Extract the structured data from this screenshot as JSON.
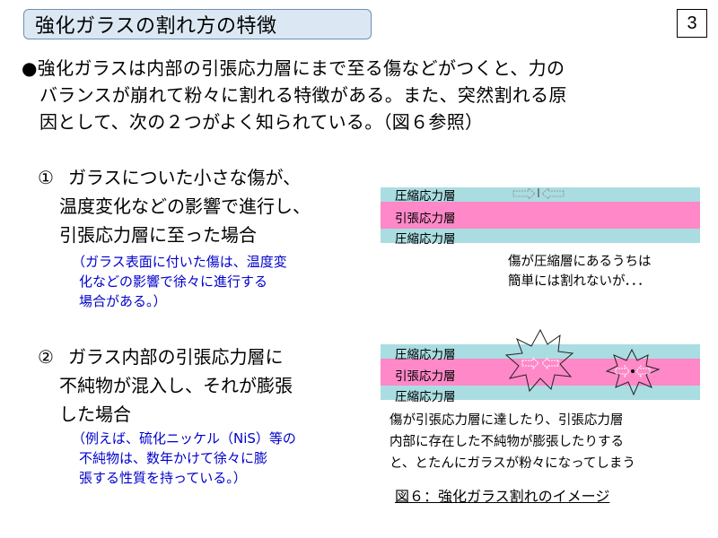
{
  "title": "強化ガラスの割れ方の特徴",
  "page_number": "3",
  "intro": {
    "bullet": "●",
    "lines": [
      "強化ガラスは内部の引張応力層にまで至る傷などがつくと、力の",
      "バランスが崩れて粉々に割れる特徴がある。また、突然割れる原",
      "因として、次の２つがよく知られている。（図６参照）"
    ]
  },
  "case1": {
    "marker": "①",
    "lines": [
      "ガラスについた小さな傷が、",
      "温度変化などの影響で進行し、",
      "引張応力層に至った場合"
    ],
    "note_lines": [
      "（ガラス表面に付いた傷は、温度変",
      "化などの影響で徐々に進行する",
      "場合がある。）"
    ]
  },
  "case2": {
    "marker": "②",
    "lines": [
      "ガラス内部の引張応力層に",
      "不純物が混入し、それが膨張",
      "した場合"
    ],
    "note_lines": [
      "（例えば、硫化ニッケル（NiS）等の",
      "不純物は、数年かけて徐々に膨",
      "張する性質を持っている。）"
    ]
  },
  "figure1": {
    "layers": [
      "圧縮応力層",
      "引張応力層",
      "圧縮応力層"
    ],
    "caption_lines": [
      "傷が圧縮層にあるうちは",
      "簡単には割れないが．．．"
    ]
  },
  "figure2": {
    "layers": [
      "圧縮応力層",
      "引張応力層",
      "圧縮応力層"
    ],
    "caption_lines": [
      "傷が引張応力層に達したり、引張応力層",
      "内部に存在した不純物が膨張したりする",
      "と、とたんにガラスが粉々になってしまう"
    ]
  },
  "figure_caption": "図６：強化ガラス割れのイメージ",
  "colors": {
    "compression_layer": "#a9dde1",
    "tension_layer": "#ff88c8",
    "title_bg": "#dbe8f4",
    "note_text": "#0000cc"
  }
}
